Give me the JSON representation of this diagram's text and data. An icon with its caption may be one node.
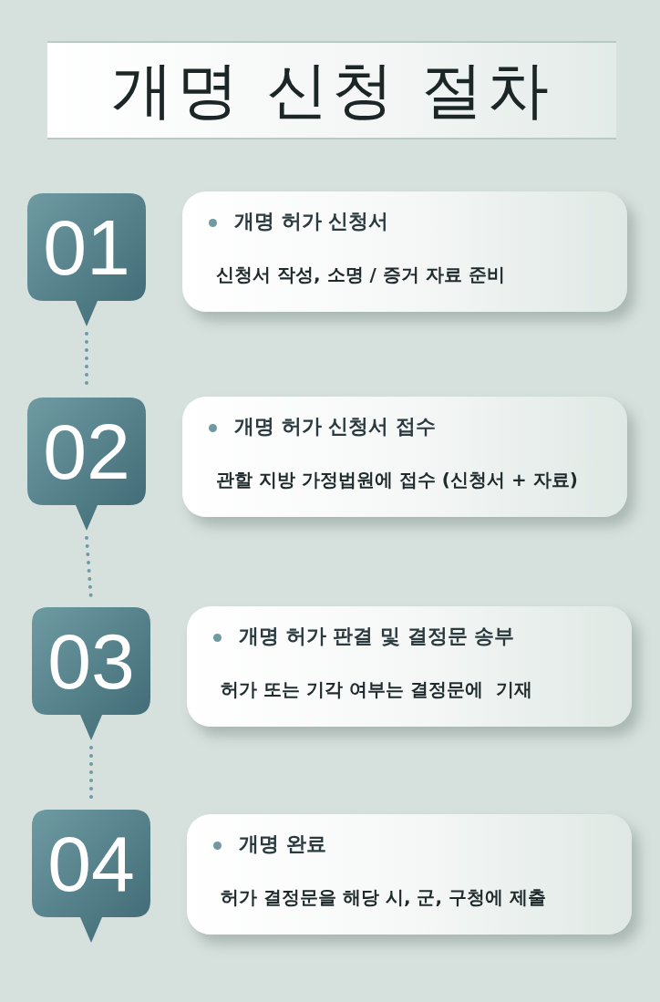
{
  "diagram": {
    "title": "개명 신청 절차",
    "nodes": [
      {
        "text": [
          "01"
        ]
      },
      {
        "text": [
          "개명 허가 신청서",
          "신청서 작성, 소명 / 증거 자료 준비"
        ]
      },
      {
        "text": [
          "02"
        ]
      },
      {
        "text": [
          "개명 허가 신청서 접수",
          "관할 지방 가정법원에 접수 (신청서 + 자료)"
        ]
      },
      {
        "text": [
          "03"
        ]
      },
      {
        "text": [
          "개명 허가 판결 및 결정문 송부",
          "허가 또는 기각 여부는 결정문에  기재"
        ]
      },
      {
        "text": [
          "04"
        ]
      },
      {
        "text": [
          "개명 완료",
          "허가 결정문을 해당 시, 군, 구청에 제출"
        ]
      }
    ],
    "edges": [
      {
        "from": 0,
        "to": 2,
        "arrow": "none"
      },
      {
        "from": 2,
        "to": 4,
        "arrow": "none"
      },
      {
        "from": 4,
        "to": 6,
        "arrow": "none"
      }
    ]
  }
}
